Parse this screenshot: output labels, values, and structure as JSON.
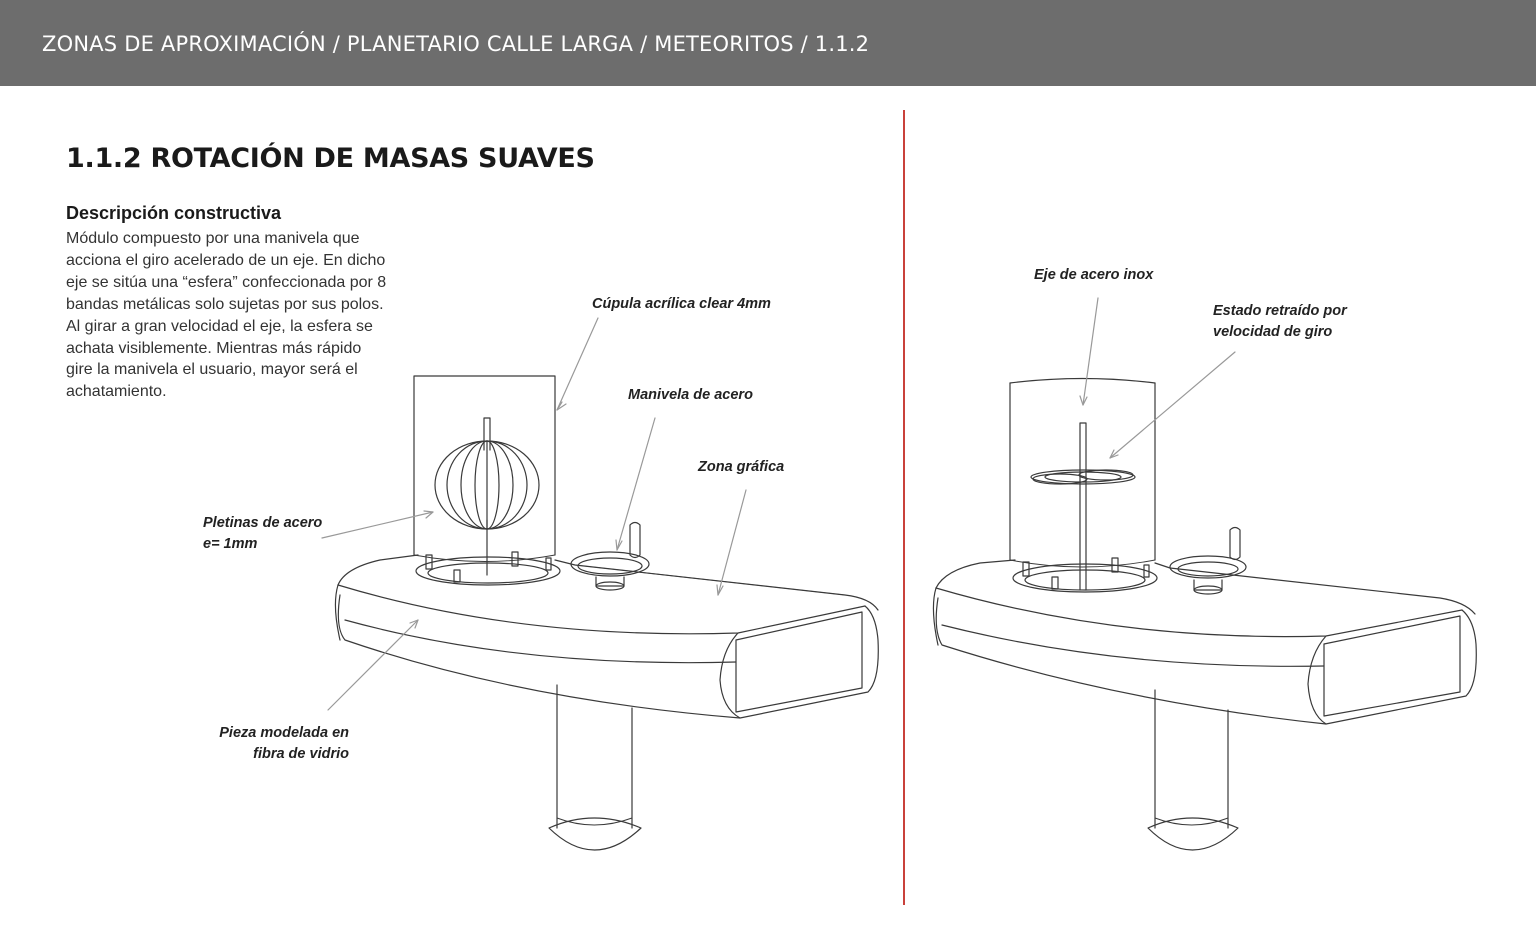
{
  "header": {
    "breadcrumb": "ZONAS DE APROXIMACIÓN / PLANETARIO CALLE LARGA / METEORITOS / 1.1.2"
  },
  "page_title": "1.1.2 ROTACIÓN DE MASAS SUAVES",
  "description": {
    "heading": "Descripción constructiva",
    "lines": [
      "Módulo compuesto por una manivela que",
      "acciona el giro acelerado de un eje. En dicho",
      "eje se sitúa una “esfera” confeccionada por 8",
      "bandas metálicas solo sujetas por sus polos.",
      "Al girar a gran velocidad el eje, la esfera se",
      "achata visiblemente. Mientras más rápido",
      "gire la manivela el usuario, mayor será el",
      "achatamiento."
    ]
  },
  "left_callouts": {
    "cupula": "Cúpula acrílica clear 4mm",
    "manivela": "Manivela de acero",
    "zona": "Zona gráfica",
    "pletinas_1": "Pletinas de acero",
    "pletinas_2": "e= 1mm",
    "pieza_1": "Pieza modelada en",
    "pieza_2": "fibra de vidrio"
  },
  "right_callouts": {
    "eje": "Eje de acero inox",
    "estado_1": "Estado retraído por",
    "estado_2": "velocidad de giro"
  },
  "colors": {
    "header_bg": "#6d6d6d",
    "divider": "#c9413b",
    "line_art": "#3a3a3a",
    "leader": "#999999"
  }
}
